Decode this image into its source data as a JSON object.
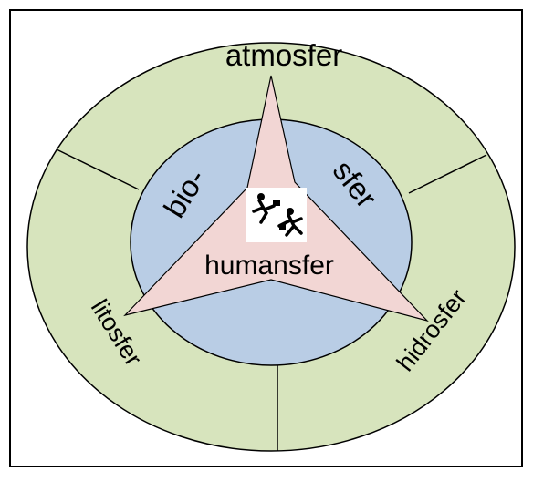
{
  "diagram": {
    "outer_ring_label": "atmosfer",
    "left_sector_label": "litosfer",
    "right_sector_label": "hidrosfer",
    "biosphere_left": "bio-",
    "biosphere_right": "sfer",
    "center_label": "humansfer",
    "center_icon": "running-people-icon"
  },
  "colors": {
    "outer_ring": "#d7e4bd",
    "inner_circle": "#b9cde5",
    "star": "#f2d6d4",
    "stroke": "#000000"
  }
}
